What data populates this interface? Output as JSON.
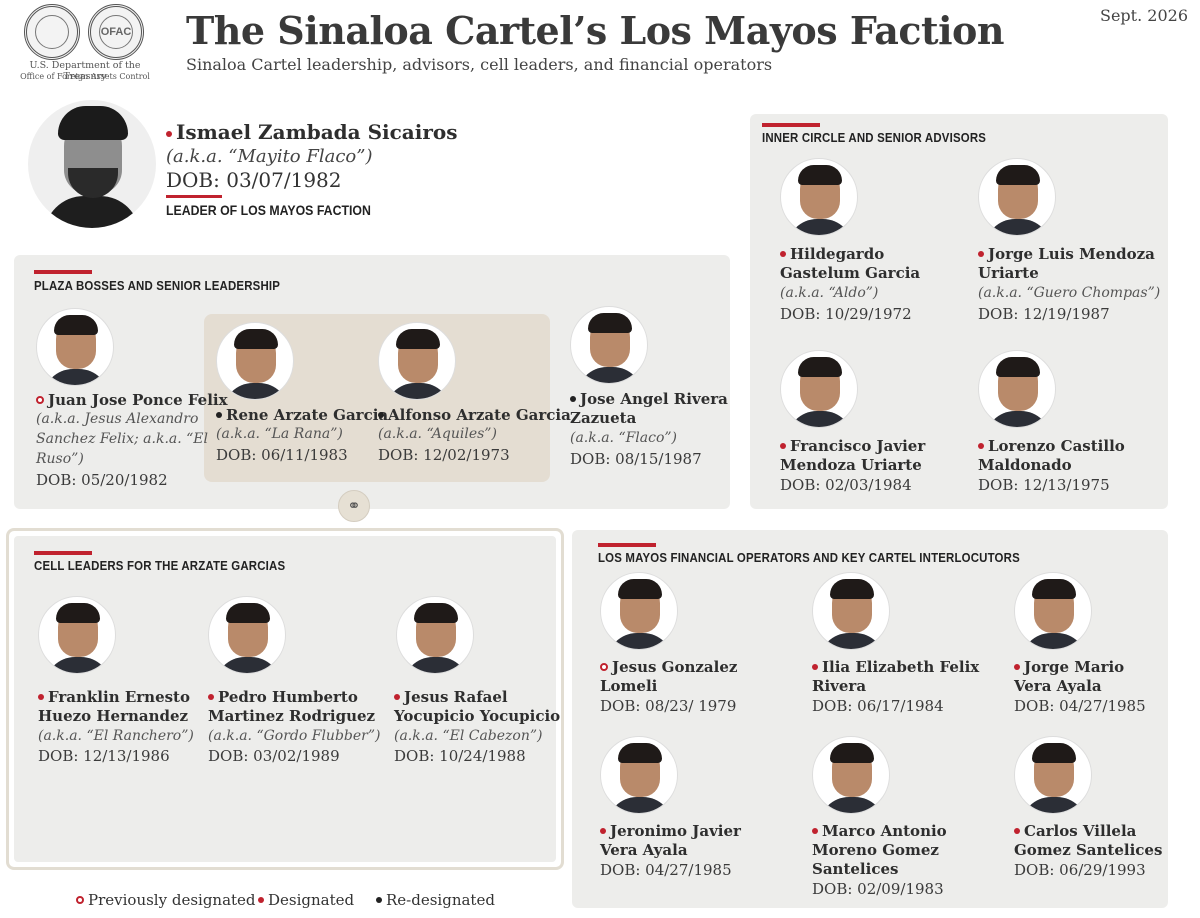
{
  "header": {
    "seal_left_label": "",
    "seal_right_label": "OFAC",
    "dept_line1": "U.S. Department of the Treasury",
    "dept_line2": "Office of Foreign Assets Control",
    "title": "The Sinaloa Cartel’s Los Mayos Faction",
    "subtitle": "Sinaloa Cartel leadership, advisors, cell leaders, and financial operators",
    "date": "Sept. 2026"
  },
  "leader": {
    "name": "Ismael Zambada Sicairos",
    "aka": "(a.k.a. “Mayito Flaco”)",
    "dob": "DOB: 03/07/1982",
    "role": "LEADER OF LOS MAYOS FACTION",
    "status": "designated"
  },
  "sections": {
    "plaza": {
      "title": "PLAZA BOSSES AND SENIOR LEADERSHIP",
      "people": [
        {
          "name1": "Juan Jose Ponce Felix",
          "name2": "",
          "aka": [
            "(a.k.a. Jesus Alexandro",
            "Sanchez Felix; a.k.a. “El",
            "Ruso”)"
          ],
          "dob": "DOB: 05/20/1982",
          "status": "previously"
        },
        {
          "name1": "Rene Arzate Garcia",
          "name2": "",
          "aka": [
            "(a.k.a. “La Rana”)"
          ],
          "dob": "DOB: 06/11/1983",
          "status": "redesignated"
        },
        {
          "name1": "Alfonso Arzate Garcia",
          "name2": "",
          "aka": [
            "(a.k.a. “Aquiles”)"
          ],
          "dob": "DOB: 12/02/1973",
          "status": "redesignated"
        },
        {
          "name1": "Jose Angel Rivera",
          "name2": "Zazueta",
          "aka": [
            "(a.k.a. “Flaco”)"
          ],
          "dob": "DOB: 08/15/1987",
          "status": "redesignated"
        }
      ]
    },
    "inner": {
      "title": "INNER CIRCLE AND SENIOR ADVISORS",
      "people": [
        {
          "name1": "Hildegardo",
          "name2": "Gastelum Garcia",
          "aka": [
            "(a.k.a. “Aldo”)"
          ],
          "dob": "DOB: 10/29/1972",
          "status": "designated"
        },
        {
          "name1": "Jorge Luis Mendoza",
          "name2": "Uriarte",
          "aka": [
            "(a.k.a. “Guero Chompas”)"
          ],
          "dob": "DOB: 12/19/1987",
          "status": "designated"
        },
        {
          "name1": "Francisco Javier",
          "name2": "Mendoza Uriarte",
          "aka": [],
          "dob": "DOB: 02/03/1984",
          "status": "designated"
        },
        {
          "name1": "Lorenzo Castillo",
          "name2": "Maldonado",
          "aka": [],
          "dob": "DOB: 12/13/1975",
          "status": "designated"
        }
      ]
    },
    "cells": {
      "title": "CELL LEADERS FOR THE ARZATE GARCIAS",
      "people": [
        {
          "name1": "Franklin Ernesto",
          "name2": "Huezo Hernandez",
          "aka": [
            "(a.k.a. “El Ranchero”)"
          ],
          "dob": "DOB: 12/13/1986",
          "status": "designated"
        },
        {
          "name1": "Pedro Humberto",
          "name2": "Martinez Rodriguez",
          "aka": [
            "(a.k.a. “Gordo Flubber”)"
          ],
          "dob": "DOB: 03/02/1989",
          "status": "designated"
        },
        {
          "name1": "Jesus Rafael",
          "name2": "Yocupicio Yocupicio",
          "aka": [
            "(a.k.a. “El Cabezon”)"
          ],
          "dob": "DOB: 10/24/1988",
          "status": "designated"
        }
      ]
    },
    "financial": {
      "title": "LOS MAYOS FINANCIAL OPERATORS AND KEY CARTEL INTERLOCUTORS",
      "people": [
        {
          "name1": "Jesus Gonzalez",
          "name2": "Lomeli",
          "name3": "",
          "dob": "DOB: 08/23/ 1979",
          "status": "previously"
        },
        {
          "name1": "Ilia Elizabeth Felix",
          "name2": "Rivera",
          "name3": "",
          "dob": "DOB: 06/17/1984",
          "status": "designated"
        },
        {
          "name1": "Jorge Mario",
          "name2": "Vera Ayala",
          "name3": "",
          "dob": "DOB: 04/27/1985",
          "status": "designated"
        },
        {
          "name1": "Jeronimo Javier",
          "name2": "Vera Ayala",
          "name3": "",
          "dob": "DOB: 04/27/1985",
          "status": "designated"
        },
        {
          "name1": "Marco Antonio",
          "name2": "Moreno Gomez",
          "name3": "Santelices",
          "dob": "DOB: 02/09/1983",
          "status": "designated"
        },
        {
          "name1": "Carlos Villela",
          "name2": "Gomez Santelices",
          "name3": "",
          "dob": "DOB: 06/29/1993",
          "status": "designated"
        }
      ]
    }
  },
  "legend": {
    "previously": "Previously designated",
    "designated": "Designated",
    "redesignated": "Re-designated"
  },
  "colors": {
    "accent": "#c0222e",
    "panel": "#ededeb",
    "highlight_panel": "#e4ddd2"
  }
}
